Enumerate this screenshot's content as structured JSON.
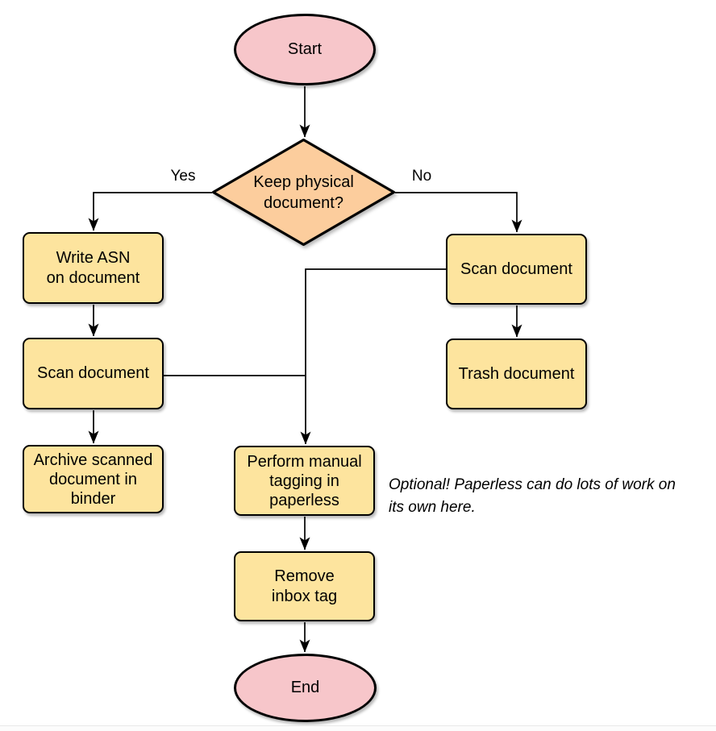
{
  "nodes": {
    "start": {
      "label": "Start"
    },
    "decision": {
      "lines": [
        "Keep physical",
        "document?"
      ]
    },
    "write_asn": {
      "lines": [
        "Write ASN",
        "on document"
      ]
    },
    "scan_left": {
      "label": "Scan document"
    },
    "archive": {
      "lines": [
        "Archive scanned",
        "document in",
        "binder"
      ]
    },
    "scan_right": {
      "label": "Scan document"
    },
    "trash": {
      "label": "Trash document"
    },
    "tagging": {
      "lines": [
        "Perform manual",
        "tagging in",
        "paperless"
      ]
    },
    "remove_inbox": {
      "lines": [
        "Remove",
        "inbox tag"
      ]
    },
    "end": {
      "label": "End"
    }
  },
  "edge_labels": {
    "yes": "Yes",
    "no": "No"
  },
  "note": {
    "lines": [
      "Optional! Paperless can do lots of work on",
      "its own here."
    ]
  },
  "colors": {
    "terminator_fill": "#f7c6ca",
    "decision_fill": "#fccd9d",
    "process_fill": "#fde49e",
    "stroke": "#000000"
  }
}
